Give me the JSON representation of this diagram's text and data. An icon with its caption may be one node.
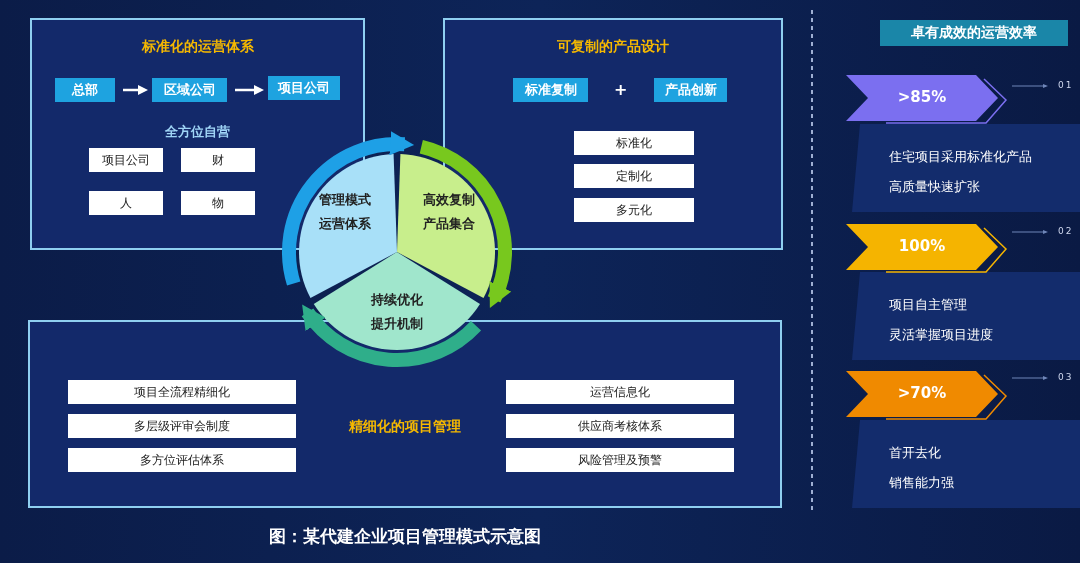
{
  "diagram": {
    "caption": "图：某代建企业项目管理模式示意图",
    "nodes": [
      {
        "text": [
          "标准化的运营体系"
        ]
      },
      {
        "text": [
          "总部"
        ],
        "in": 0
      },
      {
        "text": [
          "区域公司"
        ],
        "in": 0
      },
      {
        "text": [
          "项目公司"
        ],
        "in": 0
      },
      {
        "text": [
          "项目公司"
        ],
        "in": 0
      },
      {
        "text": [
          "财"
        ],
        "in": 0
      },
      {
        "text": [
          "人"
        ],
        "in": 0
      },
      {
        "text": [
          "物"
        ],
        "in": 0
      },
      {
        "text": [
          "可复制的产品设计"
        ]
      },
      {
        "text": [
          "标准复制"
        ],
        "in": 8
      },
      {
        "text": [
          "产品创新"
        ],
        "in": 8
      },
      {
        "text": [
          "标准化"
        ],
        "in": 8
      },
      {
        "text": [
          "定制化"
        ],
        "in": 8
      },
      {
        "text": [
          "多元化"
        ],
        "in": 8
      },
      {
        "text": [
          "管理模式运营体系"
        ]
      },
      {
        "text": [
          "高效复制产品集合"
        ]
      },
      {
        "text": [
          "持续优化提升机制"
        ]
      },
      {
        "text": [
          "精细化的项目管理"
        ]
      },
      {
        "text": [
          "项目全流程精细化"
        ],
        "in": 17
      },
      {
        "text": [
          "多层级评审会制度"
        ],
        "in": 17
      },
      {
        "text": [
          "多方位评估体系"
        ],
        "in": 17
      },
      {
        "text": [
          "运营信息化"
        ],
        "in": 17
      },
      {
        "text": [
          "供应商考核体系"
        ],
        "in": 17
      },
      {
        "text": [
          "风险管理及预警"
        ],
        "in": 17
      },
      {
        "text": [
          "卓有成效的运营效率"
        ]
      },
      {
        "text": [
          ">85%"
        ]
      },
      {
        "text": [
          "住宅项目采用标准化产品",
          "高质量快速扩张"
        ]
      },
      {
        "text": [
          "100%"
        ]
      },
      {
        "text": [
          "项目自主管理",
          "灵活掌握项目进度"
        ]
      },
      {
        "text": [
          ">70%"
        ]
      },
      {
        "text": [
          "首开去化",
          "销售能力强"
        ]
      }
    ],
    "edges": [
      {
        "from": 1,
        "to": 2,
        "arrow": "to"
      },
      {
        "from": 2,
        "to": 3,
        "arrow": "to"
      },
      {
        "from": 14,
        "to": 15,
        "arrow": "to",
        "color": "#1ea0e6"
      },
      {
        "from": 15,
        "to": 16,
        "arrow": "to",
        "color": "#78c81e"
      },
      {
        "from": 16,
        "to": 14,
        "arrow": "to",
        "color": "#2fae8a"
      }
    ],
    "labels": [
      "全方位自营",
      "+",
      "01",
      "02",
      "03"
    ]
  }
}
